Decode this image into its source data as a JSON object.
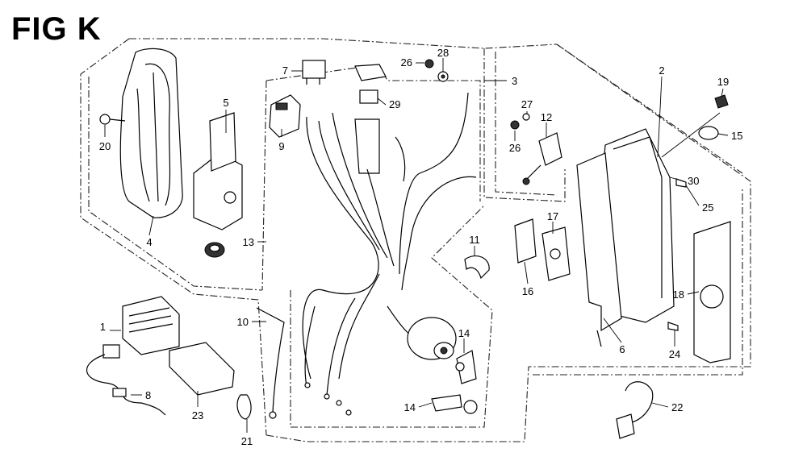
{
  "figure": {
    "title": "FIG K"
  },
  "callouts": [
    {
      "id": "c1",
      "text": "1"
    },
    {
      "id": "c2",
      "text": "2"
    },
    {
      "id": "c3",
      "text": "3"
    },
    {
      "id": "c4",
      "text": "4"
    },
    {
      "id": "c5",
      "text": "5"
    },
    {
      "id": "c6",
      "text": "6"
    },
    {
      "id": "c7",
      "text": "7"
    },
    {
      "id": "c8",
      "text": "8"
    },
    {
      "id": "c9",
      "text": "9"
    },
    {
      "id": "c10",
      "text": "10"
    },
    {
      "id": "c11",
      "text": "11"
    },
    {
      "id": "c12",
      "text": "12"
    },
    {
      "id": "c13",
      "text": "13"
    },
    {
      "id": "c14a",
      "text": "14"
    },
    {
      "id": "c14b",
      "text": "14"
    },
    {
      "id": "c15",
      "text": "15"
    },
    {
      "id": "c16",
      "text": "16"
    },
    {
      "id": "c17",
      "text": "17"
    },
    {
      "id": "c18",
      "text": "18"
    },
    {
      "id": "c19",
      "text": "19"
    },
    {
      "id": "c20",
      "text": "20"
    },
    {
      "id": "c21",
      "text": "21"
    },
    {
      "id": "c22",
      "text": "22"
    },
    {
      "id": "c23",
      "text": "23"
    },
    {
      "id": "c24",
      "text": "24"
    },
    {
      "id": "c25",
      "text": "25"
    },
    {
      "id": "c26a",
      "text": "26"
    },
    {
      "id": "c26b",
      "text": "26"
    },
    {
      "id": "c27",
      "text": "27"
    },
    {
      "id": "c28",
      "text": "28"
    },
    {
      "id": "c29",
      "text": "29"
    },
    {
      "id": "c30",
      "text": "30"
    }
  ]
}
